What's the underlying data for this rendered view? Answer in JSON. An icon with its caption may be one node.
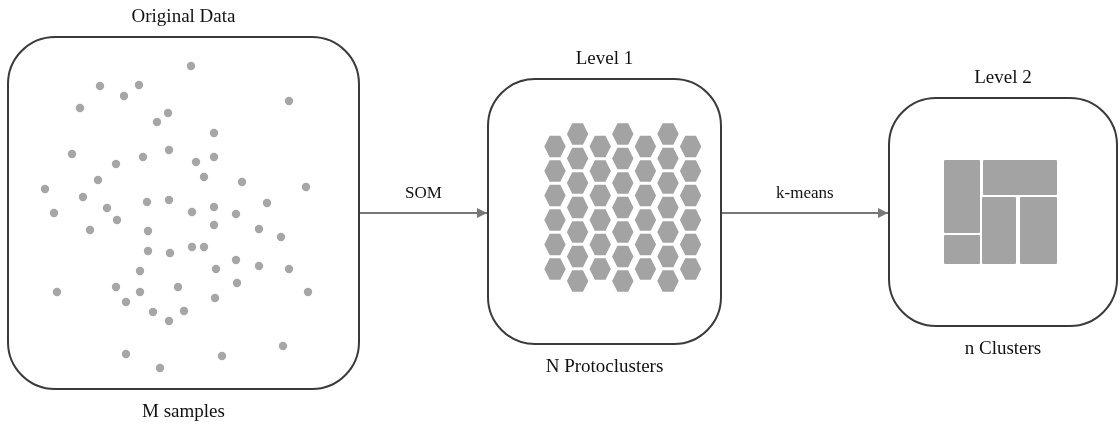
{
  "diagram": {
    "nodes": [
      {
        "text": [
          "Original Data",
          "M samples"
        ]
      },
      {
        "text": [
          "Level 1",
          "N Protoclusters"
        ]
      },
      {
        "text": [
          "Level 2",
          "n Clusters"
        ]
      }
    ],
    "edges": [
      {
        "from": 0,
        "to": 1,
        "arrow": "to",
        "label": "SOM"
      },
      {
        "from": 1,
        "to": 2,
        "arrow": "to",
        "label": "k-means"
      }
    ]
  }
}
